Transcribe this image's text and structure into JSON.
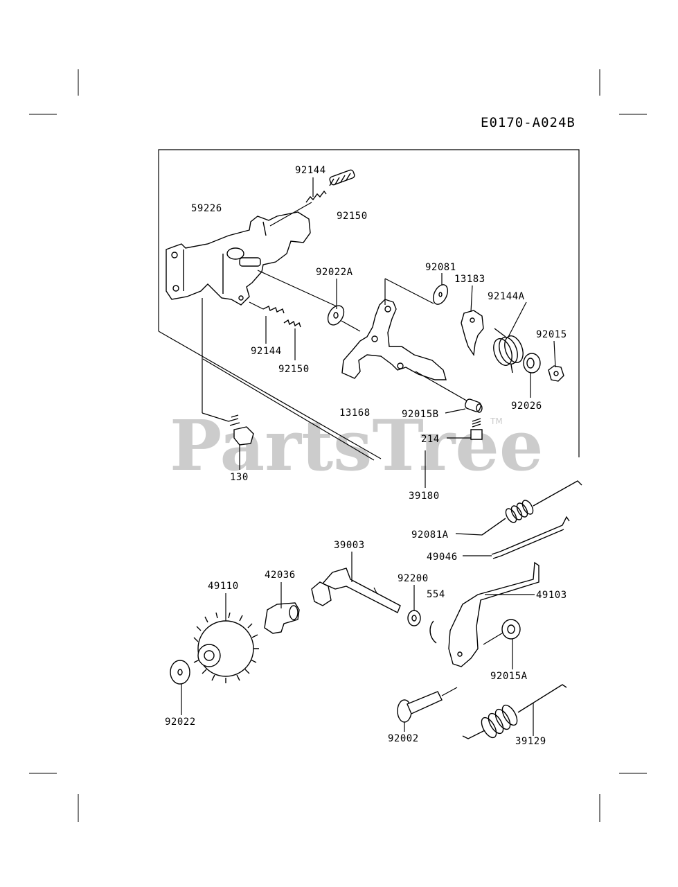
{
  "diagram_code": "E0170-A024B",
  "watermark": {
    "text": "PartsTree",
    "trademark": "TM"
  },
  "parts": [
    {
      "key": "p92144a",
      "number": "92144"
    },
    {
      "key": "p59226",
      "number": "59226"
    },
    {
      "key": "p92150a",
      "number": "92150"
    },
    {
      "key": "p92022A",
      "number": "92022A"
    },
    {
      "key": "p92081",
      "number": "92081"
    },
    {
      "key": "p13183",
      "number": "13183"
    },
    {
      "key": "p92144A",
      "number": "92144A"
    },
    {
      "key": "p92015",
      "number": "92015"
    },
    {
      "key": "p92144b",
      "number": "92144"
    },
    {
      "key": "p92150b",
      "number": "92150"
    },
    {
      "key": "p92026",
      "number": "92026"
    },
    {
      "key": "p13168",
      "number": "13168"
    },
    {
      "key": "p92015B",
      "number": "92015B"
    },
    {
      "key": "p214",
      "number": "214"
    },
    {
      "key": "p130",
      "number": "130"
    },
    {
      "key": "p39180",
      "number": "39180"
    },
    {
      "key": "p92081A",
      "number": "92081A"
    },
    {
      "key": "p49046",
      "number": "49046"
    },
    {
      "key": "p39003",
      "number": "39003"
    },
    {
      "key": "p92200",
      "number": "92200"
    },
    {
      "key": "p554",
      "number": "554"
    },
    {
      "key": "p49103",
      "number": "49103"
    },
    {
      "key": "p42036",
      "number": "42036"
    },
    {
      "key": "p49110",
      "number": "49110"
    },
    {
      "key": "p92015A",
      "number": "92015A"
    },
    {
      "key": "p92022",
      "number": "92022"
    },
    {
      "key": "p92002",
      "number": "92002"
    },
    {
      "key": "p39129",
      "number": "39129"
    }
  ]
}
